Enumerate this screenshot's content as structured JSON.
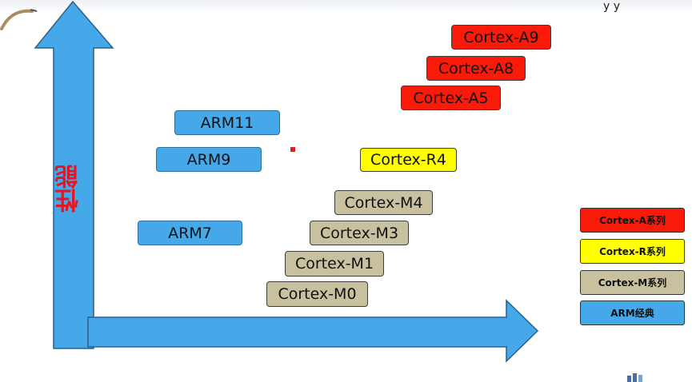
{
  "diagram": {
    "y_axis_label": "性能",
    "top_right_fragment": "y y",
    "series": {
      "cortex_a": [
        "Cortex-A9",
        "Cortex-A8",
        "Cortex-A5"
      ],
      "cortex_r": [
        "Cortex-R4"
      ],
      "cortex_m": [
        "Cortex-M4",
        "Cortex-M3",
        "Cortex-M1",
        "Cortex-M0"
      ],
      "arm_classic": [
        "ARM11",
        "ARM9",
        "ARM7"
      ]
    },
    "legend": [
      {
        "label": "Cortex-A系列",
        "color": "#fa1a0a"
      },
      {
        "label": "Cortex-R系列",
        "color": "#ffff00"
      },
      {
        "label": "Cortex-M系列",
        "color": "#c8c1a0"
      },
      {
        "label": "ARM经典",
        "color": "#45a9e9"
      }
    ],
    "colors": {
      "axis": "#45a9e9",
      "axis_label": "#e8141e"
    }
  }
}
